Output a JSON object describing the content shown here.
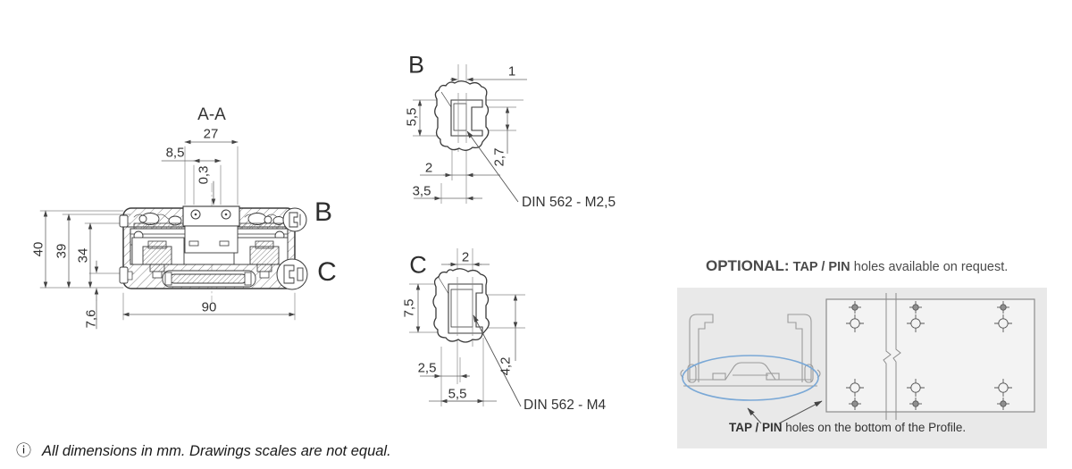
{
  "section_aa": {
    "title": "A-A",
    "dims": {
      "w27": "27",
      "w85": "8,5",
      "w03": "0,3",
      "h40": "40",
      "h39": "39",
      "h34": "34",
      "d76": "7,6",
      "w90": "90"
    },
    "detail_markers": {
      "b": "B",
      "c": "C"
    }
  },
  "detail_b": {
    "label": "B",
    "dims": {
      "d1": "1",
      "d55": "5,5",
      "d27": "2,7",
      "d2": "2",
      "d35": "3,5"
    },
    "callout": "DIN 562 - M2,5"
  },
  "detail_c": {
    "label": "C",
    "dims": {
      "d2": "2",
      "d75": "7,5",
      "d42": "4,2",
      "d25": "2,5",
      "d55": "5,5"
    },
    "callout": "DIN 562 - M4"
  },
  "optional": {
    "heading_prefix": "OPTIONAL:",
    "heading_emphasis": "TAP / PIN",
    "heading_suffix": "holes available on request.",
    "caption_emphasis": "TAP / PIN",
    "caption_suffix": "holes on the bottom of the Profile."
  },
  "footnote": {
    "icon": "ⓘ",
    "text": "All dimensions in mm. Drawings scales are not equal."
  },
  "colors": {
    "line": "#3a3a3a",
    "dim_line": "#666666",
    "panel_bg": "#e9e9e9",
    "plate_fill": "#f3f3f3",
    "accent_blue": "#7aa8d6",
    "text": "#333333"
  }
}
